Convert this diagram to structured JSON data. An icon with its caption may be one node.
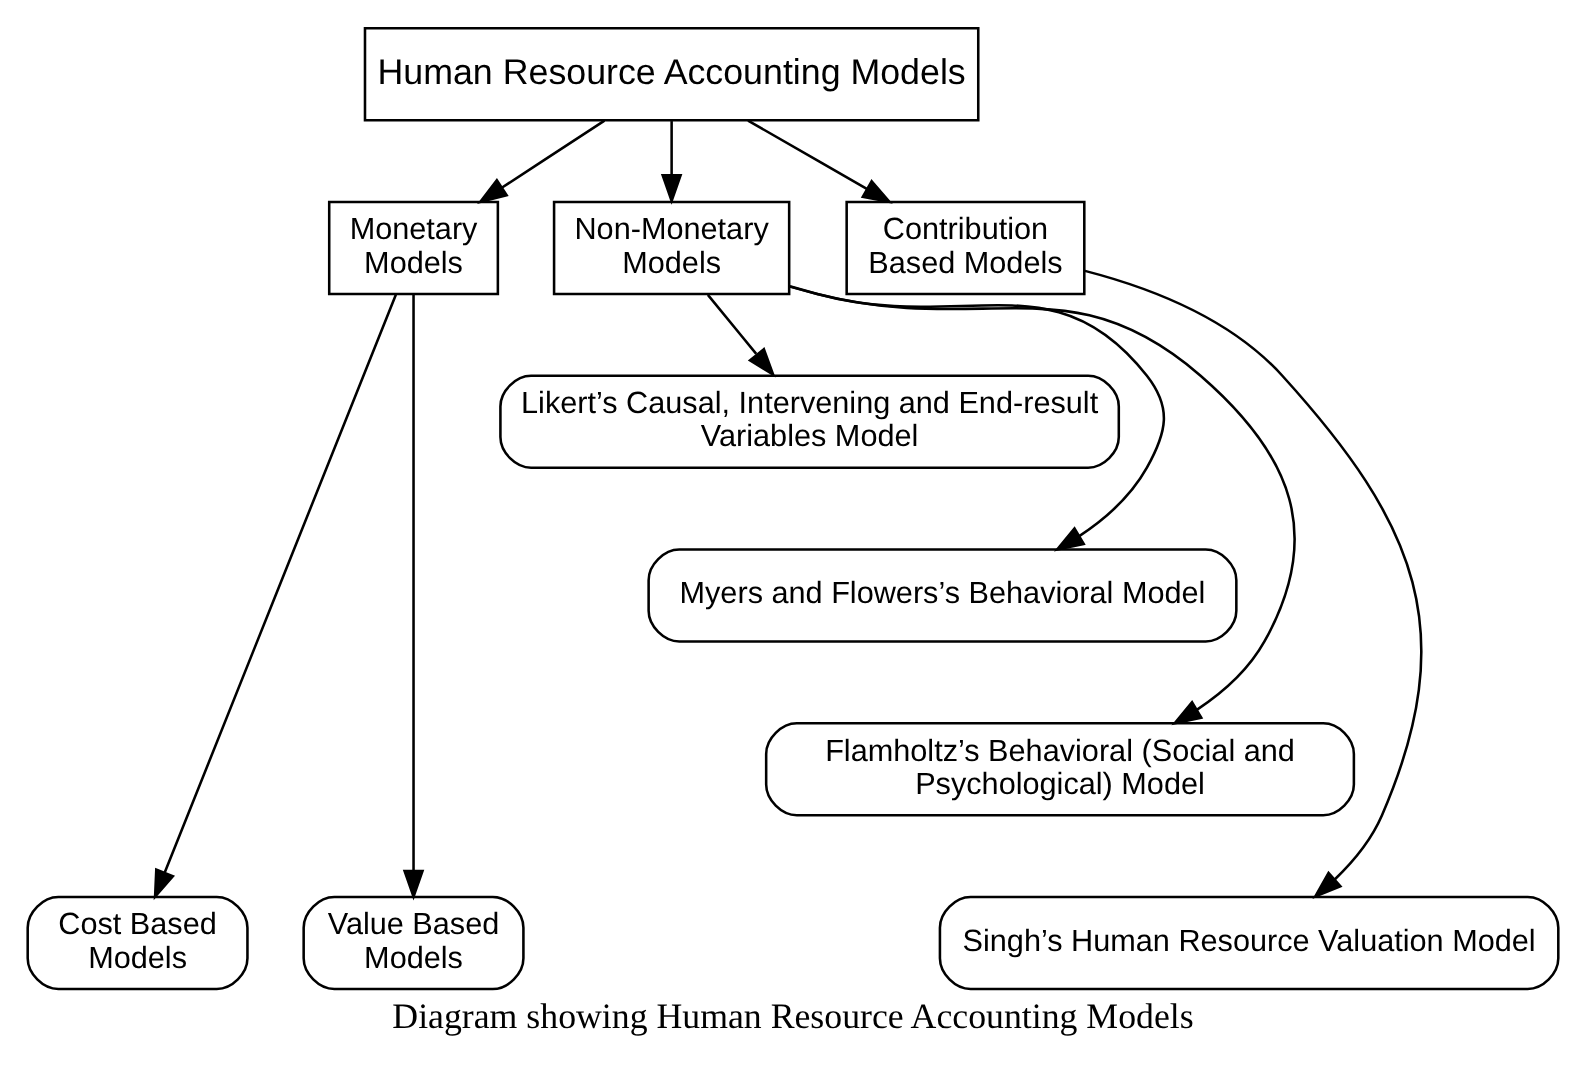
{
  "diagram": {
    "caption": "Diagram showing Human Resource Accounting Models",
    "nodes": [
      {
        "text": [
          "Human Resource Accounting Models"
        ]
      },
      {
        "text": [
          "Monetary Models"
        ]
      },
      {
        "text": [
          "Non-Monetary Models"
        ]
      },
      {
        "text": [
          "Contribution Based Models"
        ]
      },
      {
        "text": [
          "Likert’s Causal, Intervening and End-result Variables Model"
        ]
      },
      {
        "text": [
          "Myers and Flowers’s Behavioral Model"
        ]
      },
      {
        "text": [
          "Flamholtz’s Behavioral (Social and Psychological) Model"
        ]
      },
      {
        "text": [
          "Cost Based Models"
        ]
      },
      {
        "text": [
          "Value Based Models"
        ]
      },
      {
        "text": [
          "Singh’s Human Resource Valuation Model"
        ]
      }
    ],
    "edges": [
      {
        "from": 0,
        "to": 1,
        "arrow": "to"
      },
      {
        "from": 0,
        "to": 2,
        "arrow": "to"
      },
      {
        "from": 0,
        "to": 3,
        "arrow": "to"
      },
      {
        "from": 2,
        "to": 4,
        "arrow": "to"
      },
      {
        "from": 2,
        "to": 5,
        "arrow": "to"
      },
      {
        "from": 2,
        "to": 6,
        "arrow": "to"
      },
      {
        "from": 1,
        "to": 7,
        "arrow": "to"
      },
      {
        "from": 1,
        "to": 8,
        "arrow": "to"
      },
      {
        "from": 3,
        "to": 9,
        "arrow": "to"
      }
    ]
  }
}
